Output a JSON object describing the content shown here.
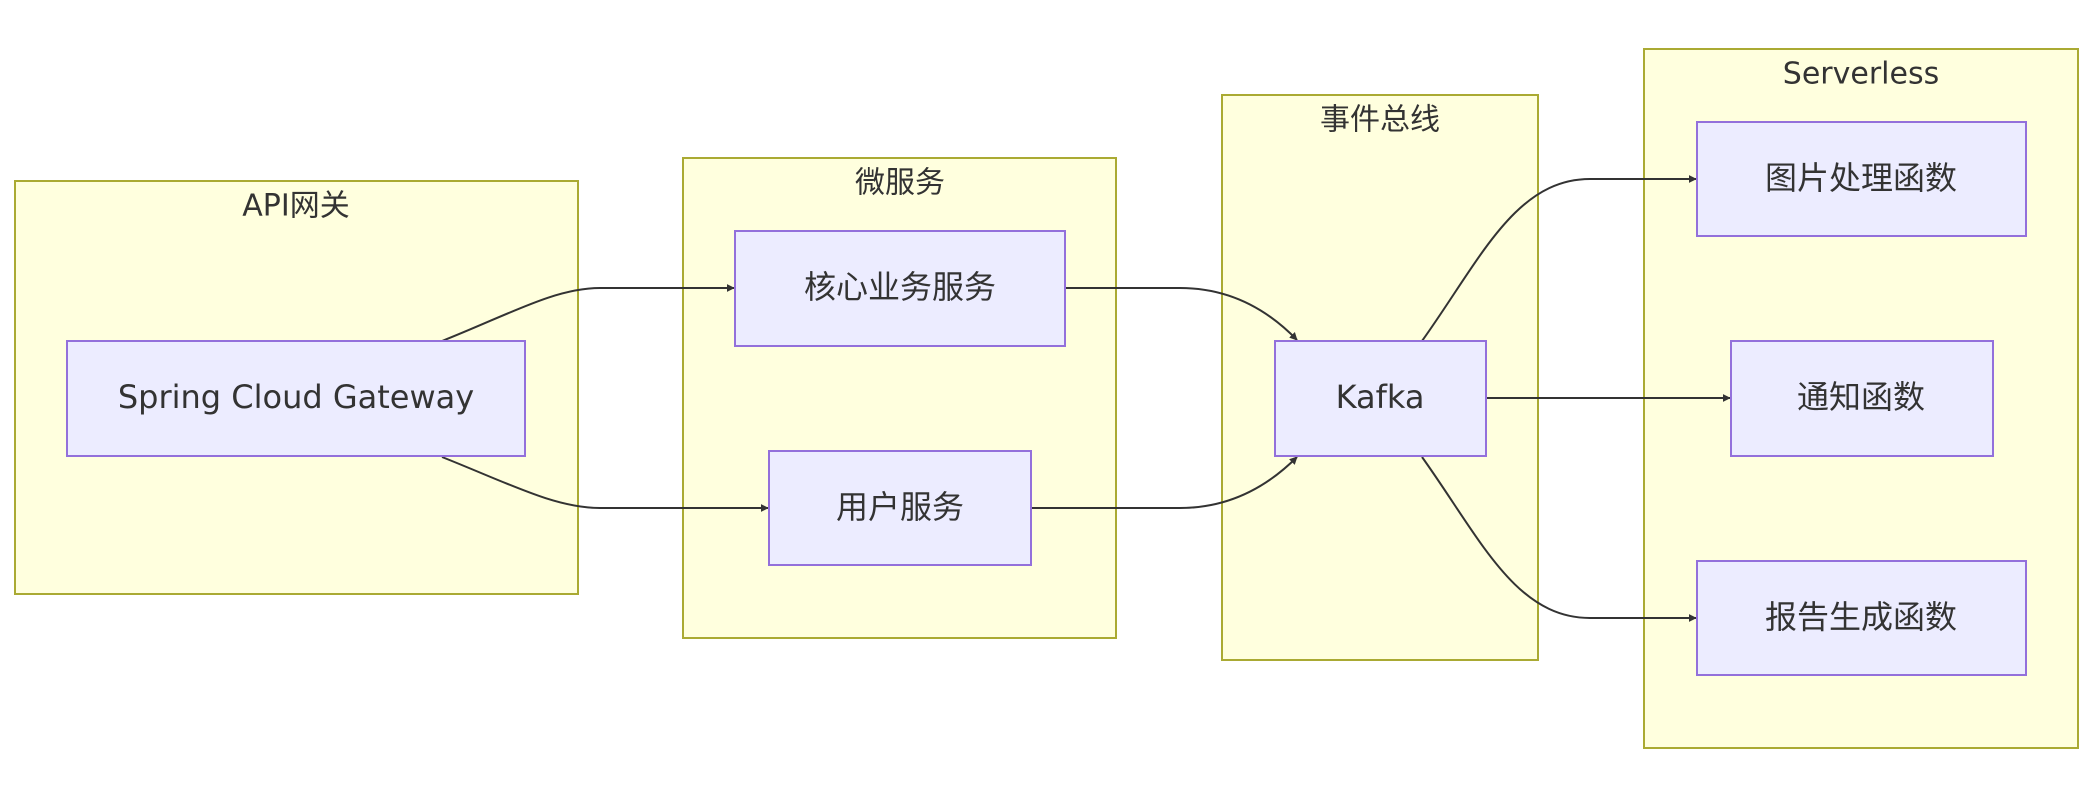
{
  "colors": {
    "cluster_fill": "#ffffde",
    "cluster_stroke": "#aaaa33",
    "node_fill": "#ececff",
    "node_stroke": "#9370db",
    "edge": "#333333",
    "text": "#333333"
  },
  "clusters": {
    "api_gateway": {
      "label": "API网关"
    },
    "microservices": {
      "label": "微服务"
    },
    "event_bus": {
      "label": "事件总线"
    },
    "serverless": {
      "label": "Serverless"
    }
  },
  "nodes": {
    "gateway": {
      "label": "Spring Cloud Gateway"
    },
    "core_service": {
      "label": "核心业务服务"
    },
    "user_service": {
      "label": "用户服务"
    },
    "kafka": {
      "label": "Kafka"
    },
    "image_fn": {
      "label": "图片处理函数"
    },
    "notify_fn": {
      "label": "通知函数"
    },
    "report_fn": {
      "label": "报告生成函数"
    }
  },
  "edges": [
    {
      "from": "gateway",
      "to": "core_service"
    },
    {
      "from": "gateway",
      "to": "user_service"
    },
    {
      "from": "core_service",
      "to": "kafka"
    },
    {
      "from": "user_service",
      "to": "kafka"
    },
    {
      "from": "kafka",
      "to": "image_fn"
    },
    {
      "from": "kafka",
      "to": "notify_fn"
    },
    {
      "from": "kafka",
      "to": "report_fn"
    }
  ]
}
